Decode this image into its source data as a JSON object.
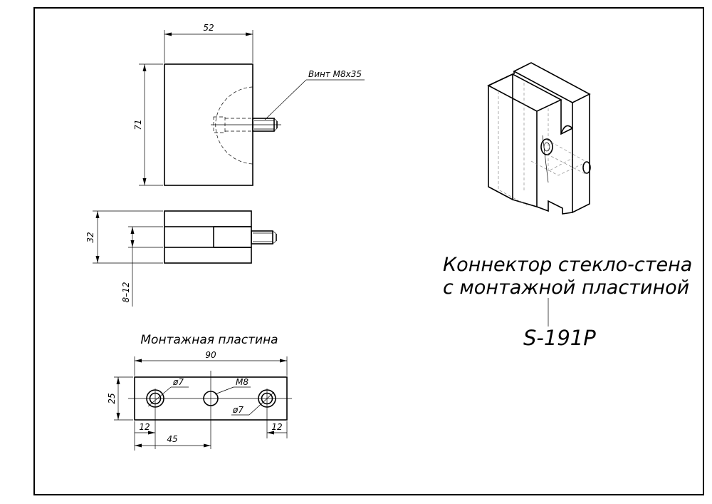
{
  "front_view": {
    "width_label": "52",
    "height_label": "71",
    "screw_label": "Винт М8х35"
  },
  "side_view": {
    "height_label": "32",
    "glass_label": "8–12"
  },
  "plate": {
    "title": "Монтажная пластина",
    "length_label": "90",
    "width_label": "25",
    "hole_d_left": "ø7",
    "hole_m8": "М8",
    "hole_d_right": "ø7",
    "edge_left": "12",
    "center": "45",
    "edge_right": "12"
  },
  "title_block": {
    "name_line1": "Коннектор стекло-стена",
    "name_line2": "с монтажной пластиной",
    "code": "S-191P"
  }
}
